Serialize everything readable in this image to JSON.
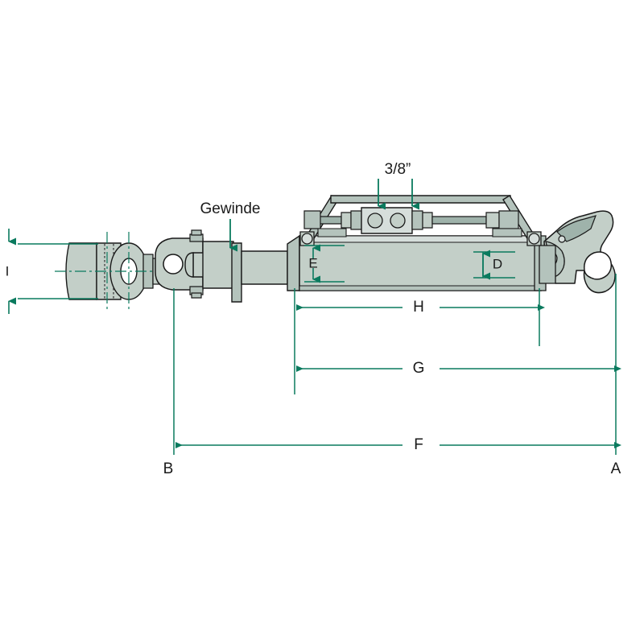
{
  "drawing": {
    "title": "Hydraulic top link technical drawing",
    "background_color": "#ffffff",
    "metal_fill": "#c3cfc8",
    "metal_fill_dark": "#9fb3ab",
    "metal_fill_light": "#d6dedb",
    "metal_fill_mid": "#b4c3bc",
    "outline_color": "#1a1a1a",
    "dimension_color": "#0a7a5e",
    "hidden_line_color": "#3a3a3a"
  },
  "annotations": {
    "thread_note": "Gewinde",
    "port_size_note": "3/8”"
  },
  "dimensions": {
    "height_e": "E",
    "height_d": "D",
    "length_h": "H",
    "length_g": "G",
    "length_f": "F",
    "width_i": "I",
    "endpoint_left": "B",
    "endpoint_right": "A"
  }
}
